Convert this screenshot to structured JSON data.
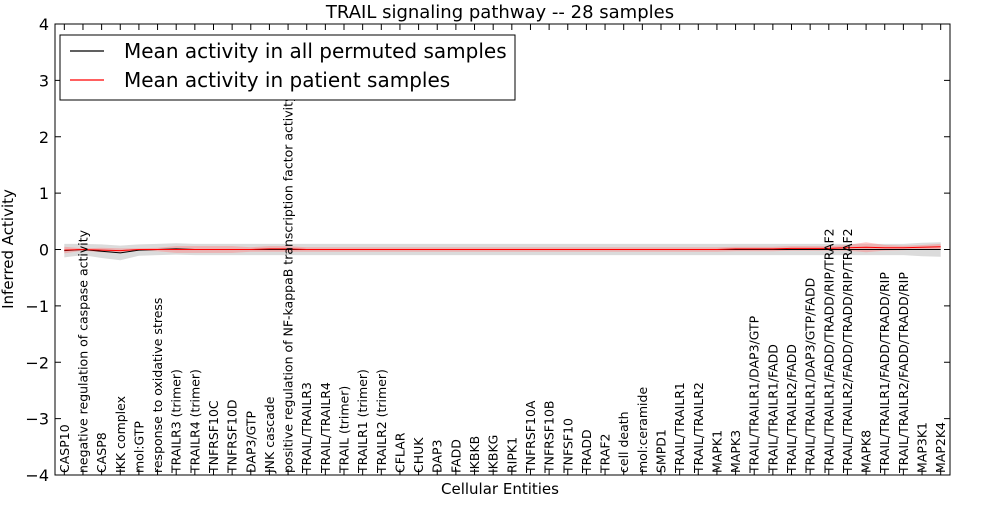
{
  "chart_data": {
    "type": "line",
    "title": "TRAIL signaling pathway -- 28 samples",
    "xlabel": "Cellular Entities",
    "ylabel": "Inferred Activity",
    "ylim": [
      -4,
      4
    ],
    "yticks": [
      -4,
      -3,
      -2,
      -1,
      0,
      1,
      2,
      3,
      4
    ],
    "ytick_labels": [
      "−4",
      "−3",
      "−2",
      "−1",
      "0",
      "1",
      "2",
      "3",
      "4"
    ],
    "grid": false,
    "legend_position": "top-left",
    "categories": [
      "CASP10",
      "negative regulation of caspase activity",
      "CASP8",
      "IKK complex",
      "mol:GTP",
      "response to oxidative stress",
      "TRAILR3 (trimer)",
      "TRAILR4 (trimer)",
      "TNFRSF10C",
      "TNFRSF10D",
      "DAP3/GTP",
      "JNK cascade",
      "positive regulation of NF-kappaB transcription factor activity",
      "TRAIL/TRAILR3",
      "TRAIL/TRAILR4",
      "TRAIL (trimer)",
      "TRAILR1 (trimer)",
      "TRAILR2 (trimer)",
      "CFLAR",
      "CHUK",
      "DAP3",
      "FADD",
      "IKBKB",
      "IKBKG",
      "RIPK1",
      "TNFRSF10A",
      "TNFRSF10B",
      "TNFSF10",
      "TRADD",
      "TRAF2",
      "cell death",
      "mol:ceramide",
      "SMPD1",
      "TRAIL/TRAILR1",
      "TRAIL/TRAILR2",
      "MAPK1",
      "MAPK3",
      "TRAIL/TRAILR1/DAP3/GTP",
      "TRAIL/TRAILR1/FADD",
      "TRAIL/TRAILR2/FADD",
      "TRAIL/TRAILR1/DAP3/GTP/FADD",
      "TRAIL/TRAILR1/FADD/TRADD/RIP/TRAF2",
      "TRAIL/TRAILR2/FADD/TRADD/RIP/TRAF2",
      "MAPK8",
      "TRAIL/TRAILR1/FADD/TRADD/RIP",
      "TRAIL/TRAILR2/FADD/TRADD/RIP",
      "MAP3K1",
      "MAP2K4"
    ],
    "series": [
      {
        "name": "Mean activity in all permuted samples",
        "color": "#000000",
        "band_color": "#999999",
        "values": [
          -0.02,
          0.0,
          -0.03,
          -0.06,
          -0.01,
          0.0,
          0.01,
          0.0,
          0.0,
          0.0,
          0.0,
          0.0,
          0.0,
          0.0,
          0.0,
          0.0,
          0.0,
          0.0,
          0.0,
          0.0,
          0.0,
          0.0,
          0.0,
          0.0,
          0.0,
          0.0,
          0.0,
          0.0,
          0.0,
          0.0,
          0.0,
          0.0,
          0.0,
          0.0,
          0.0,
          0.0,
          0.0,
          0.0,
          0.0,
          0.0,
          0.0,
          0.0,
          0.0,
          0.0,
          0.0,
          0.0,
          0.0,
          0.0
        ],
        "band": [
          0.12,
          0.1,
          0.12,
          0.13,
          0.1,
          0.1,
          0.1,
          0.1,
          0.1,
          0.1,
          0.1,
          0.1,
          0.1,
          0.1,
          0.1,
          0.1,
          0.1,
          0.1,
          0.1,
          0.1,
          0.1,
          0.1,
          0.1,
          0.1,
          0.1,
          0.1,
          0.1,
          0.1,
          0.1,
          0.1,
          0.1,
          0.1,
          0.1,
          0.1,
          0.1,
          0.1,
          0.1,
          0.1,
          0.1,
          0.1,
          0.1,
          0.1,
          0.1,
          0.1,
          0.1,
          0.1,
          0.12,
          0.13
        ]
      },
      {
        "name": "Mean activity in patient samples",
        "color": "#ff0000",
        "band_color": "#ff8080",
        "values": [
          -0.01,
          0.0,
          -0.01,
          -0.02,
          0.0,
          0.0,
          0.0,
          0.0,
          0.0,
          0.0,
          0.0,
          0.01,
          0.01,
          0.0,
          0.0,
          0.0,
          0.0,
          0.0,
          0.0,
          0.0,
          0.0,
          0.0,
          0.0,
          0.0,
          0.0,
          0.0,
          0.0,
          0.0,
          0.0,
          0.0,
          0.0,
          0.0,
          0.0,
          0.0,
          0.0,
          0.0,
          0.01,
          0.01,
          0.01,
          0.02,
          0.02,
          0.02,
          0.03,
          0.04,
          0.03,
          0.03,
          0.04,
          0.05
        ],
        "band": [
          0.06,
          0.02,
          0.04,
          0.04,
          0.02,
          0.03,
          0.06,
          0.06,
          0.06,
          0.06,
          0.04,
          0.05,
          0.05,
          0.04,
          0.04,
          0.04,
          0.04,
          0.04,
          0.04,
          0.04,
          0.04,
          0.04,
          0.04,
          0.04,
          0.04,
          0.04,
          0.04,
          0.04,
          0.04,
          0.04,
          0.04,
          0.04,
          0.04,
          0.04,
          0.04,
          0.04,
          0.04,
          0.04,
          0.04,
          0.04,
          0.04,
          0.04,
          0.05,
          0.09,
          0.05,
          0.04,
          0.04,
          0.05
        ]
      }
    ]
  }
}
